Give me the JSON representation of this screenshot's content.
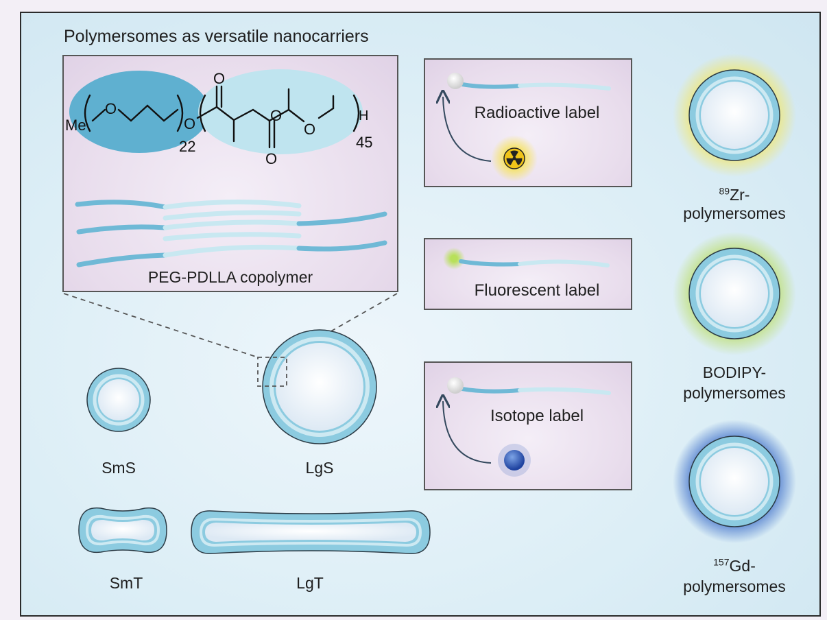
{
  "figure": {
    "title": "Polymersomes as versatile nanocarriers",
    "copolymer": {
      "caption": "PEG-PDLLA copolymer",
      "formula": {
        "me": "Me",
        "o": "O",
        "h": "H",
        "peg_repeat": "22",
        "pdlla_repeat": "45"
      }
    },
    "shapes": {
      "sms": "SmS",
      "lgs": "LgS",
      "smt": "SmT",
      "lgt": "LgT"
    },
    "labels": {
      "radioactive": "Radioactive label",
      "fluorescent": "Fluorescent label",
      "isotope": "Isotope label"
    },
    "polymersomes": {
      "zr": {
        "isotope": "89",
        "element": "Zr-",
        "name": "polymersomes"
      },
      "bodipy": {
        "line1": "BODIPY-",
        "name": "polymersomes"
      },
      "gd": {
        "isotope": "157",
        "element": "Gd-",
        "name": "polymersomes"
      }
    },
    "colors": {
      "membrane_outer": "#8ccbe0",
      "membrane_inner": "#cde9f2",
      "peg_blob": "#5fb0d0",
      "pdlla_blob": "#bfe4ef",
      "panel_bg": "#e8dcec",
      "glow_zr": "#f5e65a",
      "glow_bodipy": "#b9dc5a",
      "glow_gd": "#2a5fc4",
      "radioactive_symbol": "#f0c419",
      "isotope_ball": "#2f5bb7",
      "fluor_dot": "#b8e05a"
    }
  }
}
